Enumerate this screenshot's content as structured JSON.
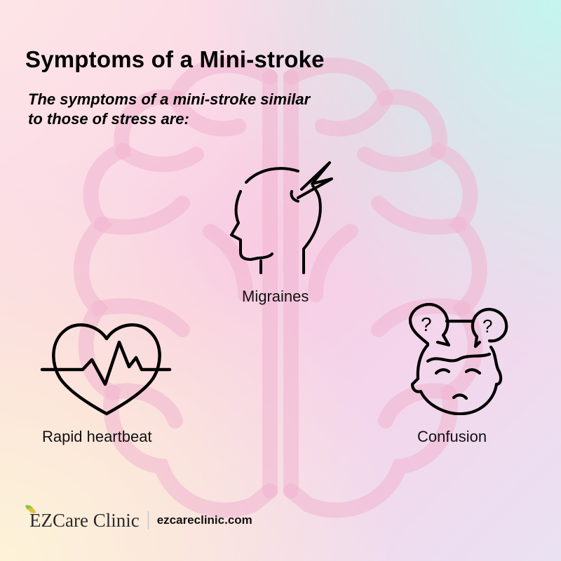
{
  "header": {
    "title": "Symptoms of a Mini-stroke",
    "subtitle_line1": "The symptoms of a mini-stroke similar",
    "subtitle_line2": "to those of stress are:"
  },
  "symptoms": [
    {
      "label": "Migraines",
      "icon": "head-lightning-icon"
    },
    {
      "label": "Rapid heartbeat",
      "icon": "heartbeat-icon"
    },
    {
      "label": "Confusion",
      "icon": "confused-face-icon"
    }
  ],
  "footer": {
    "brand": "EZCare Clinic",
    "website": "ezcareclinic.com"
  },
  "colors": {
    "text": "#000000",
    "brain_outline": "#f2b7d2",
    "top_right": "#c3f6ee",
    "bottom_left": "#fdf4d8",
    "center": "#f8cde3"
  }
}
